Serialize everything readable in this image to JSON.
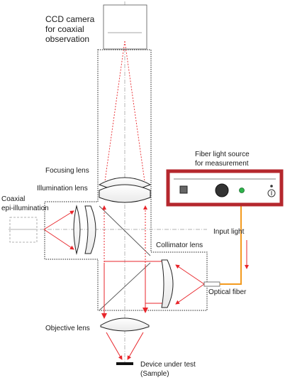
{
  "labels": {
    "ccd_camera": [
      "CCD camera",
      "for coaxial",
      "observation"
    ],
    "fiber_light_source": [
      "Fiber light source",
      "for measurement"
    ],
    "focusing_lens": "Focusing lens",
    "illumination_lens": "Illumination lens",
    "coaxial_epi": [
      "Coaxial",
      "epi-illumination"
    ],
    "input_light": "Input light",
    "collimator_lens": "Collimator lens",
    "optical_fiber": "Optical fiber",
    "objective_lens": "Objective lens",
    "device_under_test": [
      "Device under test",
      "(Sample)"
    ]
  },
  "colors": {
    "light_ray": "#e8262b",
    "fiber": "#f39a1e",
    "source_frame": "#b5272d",
    "indicator": "#2db34a",
    "outline": "#333333"
  }
}
